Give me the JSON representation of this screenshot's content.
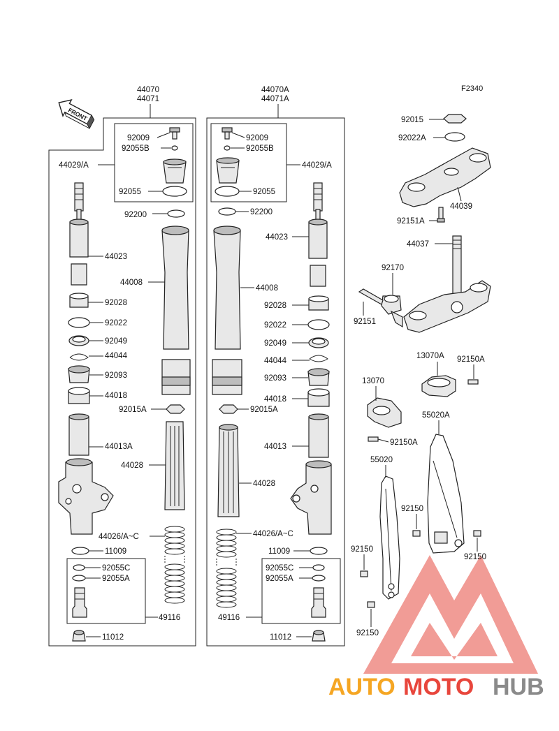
{
  "figure_code": "F2340",
  "front_badge": "FRONT",
  "left_fork": {
    "assembly": [
      "44070",
      "44071"
    ],
    "labels": {
      "a44029": "44029/A",
      "p92009": "92009",
      "p92055b": "92055B",
      "p92055": "92055",
      "p92200": "92200",
      "p44023": "44023",
      "p44008": "44008",
      "p92028": "92028",
      "p92022": "92022",
      "p92049": "92049",
      "p44044": "44044",
      "p92093": "92093",
      "p44018": "44018",
      "p92015a": "92015A",
      "p44013": "44013A",
      "p44028": "44028",
      "p44026": "44026/A~C",
      "p11009": "11009",
      "p92055c": "92055C",
      "p92055a": "92055A",
      "p49116": "49116",
      "p11012": "11012"
    }
  },
  "right_fork": {
    "assembly": [
      "44070A",
      "44071A"
    ],
    "labels": {
      "a44029": "44029/A",
      "p92009": "92009",
      "p92055b": "92055B",
      "p92055": "92055",
      "p92200": "92200",
      "p44023": "44023",
      "p44008": "44008",
      "p92028": "92028",
      "p92022": "92022",
      "p92049": "92049",
      "p44044": "44044",
      "p92093": "92093",
      "p44018": "44018",
      "p92015a": "92015A",
      "p44013": "44013",
      "p44028": "44028",
      "p44026": "44026/A~C",
      "p11009": "11009",
      "p92055c": "92055C",
      "p92055a": "92055A",
      "p49116": "49116",
      "p11012": "11012"
    }
  },
  "steering": {
    "p92015": "92015",
    "p92022a": "92022A",
    "p44039": "44039",
    "p92151a": "92151A",
    "p44037": "44037",
    "p92170": "92170",
    "p92151": "92151",
    "p13070a": "13070A",
    "p92150a_top": "92150A",
    "p13070": "13070",
    "p92150a": "92150A",
    "p55020a": "55020A",
    "p55020": "55020",
    "p92150_1": "92150",
    "p92150_2": "92150",
    "p92150_3": "92150",
    "p92150_4": "92150"
  },
  "watermark": {
    "part1": "AUTO",
    "part2": "MOTO",
    "part3": "HUB",
    "colors": {
      "orange": "#f5a623",
      "red": "#e8463c",
      "gray": "#8a8a8a",
      "triangle": "#ef8b84"
    }
  }
}
